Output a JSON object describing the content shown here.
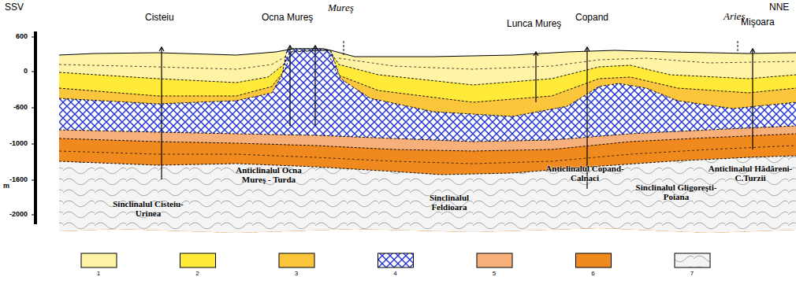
{
  "diagram": {
    "labels": [
      "SSV",
      "Mureş",
      "NNE",
      "Arieş",
      "Cisteiu",
      "Ocna Mureş",
      "Lunca Mureş",
      "Copand",
      "Mişoara",
      "600",
      "0",
      "-600",
      "-1000",
      "-1600",
      "-2000",
      "m",
      "Anticlinalul Ocna Mureş - Turda",
      "Sinclinalul Cisteiu-Urinea",
      "Anticlinalul Copand-Calnaci",
      "Sinclinalul Feldioara",
      "Anticlinalul Hădăreni-C.Turzii",
      "Sinclinalul Gligoreşti-Poiana"
    ],
    "legend": [
      {
        "text": "1",
        "color": "#fff3a6"
      },
      {
        "text": "2",
        "color": "#ffea3a"
      },
      {
        "text": "3",
        "color": "#fcc63c"
      },
      {
        "text": "4"
      },
      {
        "text": "5",
        "color": "#f8b07a"
      },
      {
        "text": "6",
        "color": "#f0891e"
      },
      {
        "text": "7"
      }
    ]
  }
}
